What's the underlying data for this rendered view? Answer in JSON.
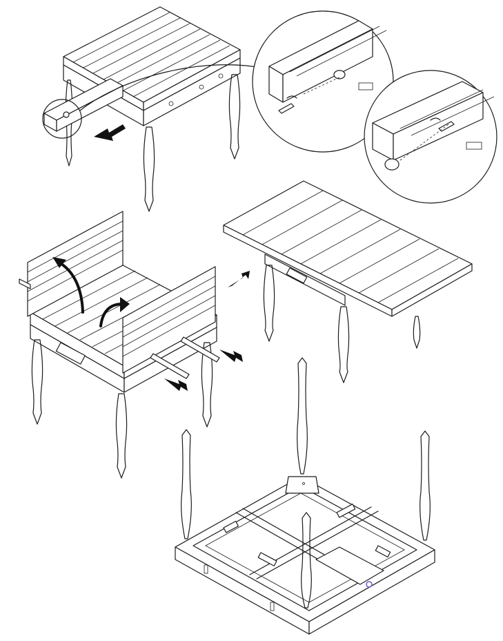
{
  "figure": {
    "panels": [
      {
        "id": "drawer-table",
        "description_icon": "table-with-drawer-pulled-out"
      },
      {
        "id": "detail-circle-1",
        "description_icon": "magnified-drawer-screw"
      },
      {
        "id": "detail-circle-2",
        "description_icon": "magnified-drawer-knob"
      },
      {
        "id": "folding-leaves",
        "description_icon": "table-leaves-folded-up"
      },
      {
        "id": "extended-table",
        "description_icon": "table-with-leaves-extended"
      },
      {
        "id": "upside-down-frame",
        "description_icon": "table-frame-upside-down"
      }
    ],
    "line_color": "#1a1a1a",
    "accent_color": "#6a5acd"
  }
}
